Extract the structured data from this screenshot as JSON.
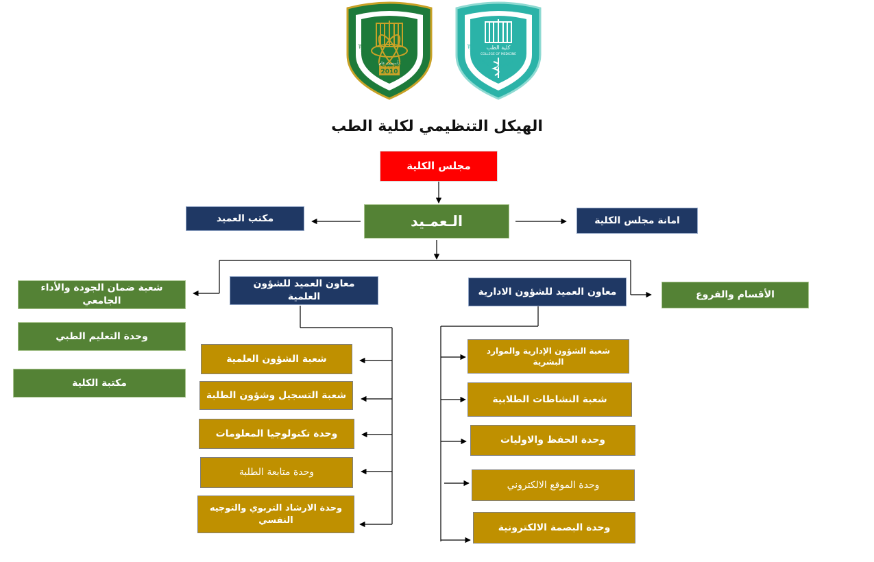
{
  "logos": {
    "university": {
      "arc_text": "AL-MUSTAQBAL UNIVERSITY",
      "arabic_text": "جامعة المستقبل",
      "est_label": "تأسست عام",
      "year": "2010"
    },
    "medicine": {
      "arc_text": "AL-MUSTAQBAL UNIVERSITY",
      "arabic_text": "جامعة المستقبل",
      "college_ar": "كلية الطب",
      "college_en": "COLLEGE OF MEDICINE"
    }
  },
  "title": "الهيكل التنظيمي لكلية الطب",
  "nodes": {
    "council": "مجلس الكلية",
    "dean": "الـعمـيد",
    "dean_office": "مكتب العميد",
    "council_secretariat": "امانة مجلس الكلية",
    "scientific_assistant": "معاون العميد للشؤون العلمية",
    "admin_assistant": "معاون العميد للشؤون الادارية",
    "quality": "شعبة ضمان الجودة والأداء الجامعي",
    "departments": "الأقسام والفروع",
    "medical_education": "وحدة التعليم الطبي",
    "library": "مكتبة الكلية",
    "sci_items": [
      "شعبة الشؤون العلمية",
      "شعبة التسجيل وشؤون الطلبة",
      "وحدة تكنولوجيا المعلومات",
      "وحدة متابعة الطلبة",
      "وحدة الارشاد التربوي والتوجيه النفسي"
    ],
    "admin_items": [
      "شعبة الشؤون الإدارية والموارد البشرية",
      "شعبة النشاطات الطلابية",
      "وحدة الحفظ والاوليات",
      "وحدة الموقع الالكتروني",
      "وحدة البصمة الالكترونية"
    ]
  },
  "colors": {
    "red": "#ff0000",
    "navy": "#1f3864",
    "green": "#548235",
    "gold": "#bf9000",
    "logo_green": "#1d7a3a",
    "logo_gold": "#c9a227",
    "logo_teal": "#2bb3a8"
  }
}
